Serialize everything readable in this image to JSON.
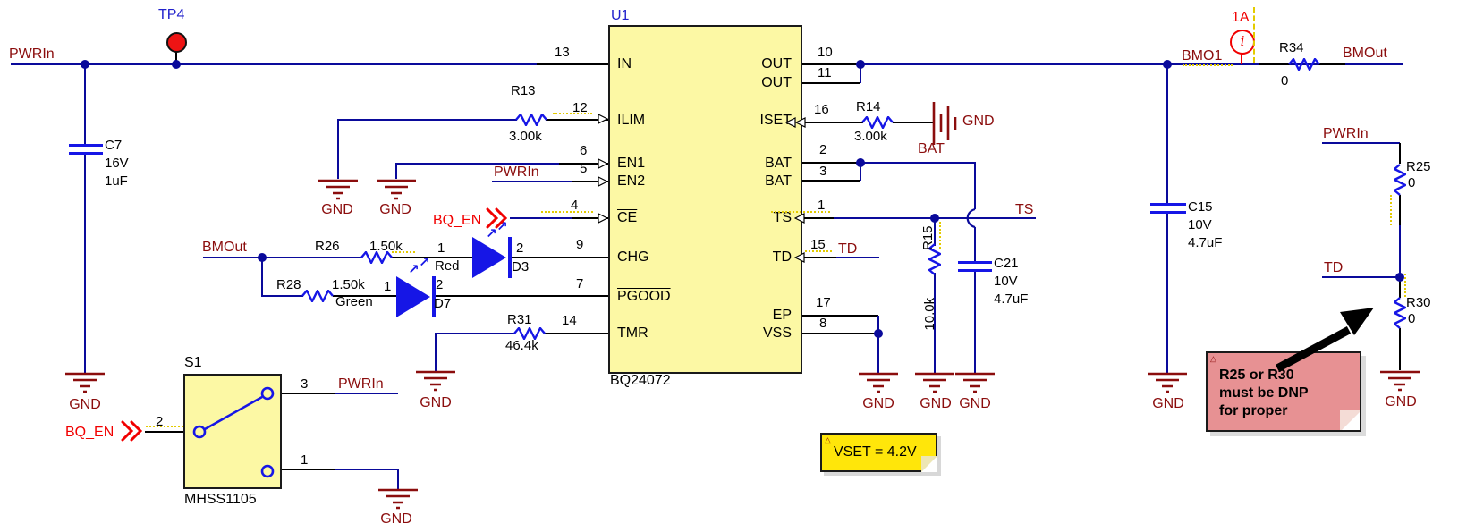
{
  "ic": {
    "refdes": "U1",
    "part_number": "BQ24072",
    "left_pins": [
      {
        "num": "13",
        "name": "IN"
      },
      {
        "num": "12",
        "name": "ILIM"
      },
      {
        "num": "6",
        "name": "EN1"
      },
      {
        "num": "5",
        "name": "EN2"
      },
      {
        "num": "4",
        "name": "CE"
      },
      {
        "num": "9",
        "name": "CHG"
      },
      {
        "num": "7",
        "name": "PGOOD"
      },
      {
        "num": "14",
        "name": "TMR"
      }
    ],
    "right_pins": [
      {
        "num": "10",
        "name": "OUT"
      },
      {
        "num": "11",
        "name": "OUT"
      },
      {
        "num": "16",
        "name": "ISET"
      },
      {
        "num": "2",
        "name": "BAT"
      },
      {
        "num": "3",
        "name": "BAT"
      },
      {
        "num": "1",
        "name": "TS"
      },
      {
        "num": "15",
        "name": "TD"
      },
      {
        "num": "17",
        "name": "EP"
      },
      {
        "num": "8",
        "name": "VSS"
      }
    ]
  },
  "nets": {
    "pwrin": "PWRIn",
    "gnd": "GND",
    "bmout": "BMOut",
    "bmo1": "BMO1",
    "bat": "BAT",
    "ts": "TS",
    "td": "TD",
    "bq_en": "BQ_EN"
  },
  "test_point": {
    "refdes": "TP4"
  },
  "current_probe": {
    "label": "1A",
    "glyph": "i"
  },
  "switch": {
    "refdes": "S1",
    "part_number": "MHSS1105",
    "pin1": "1",
    "pin2": "2",
    "pin3": "3"
  },
  "components": {
    "c7": {
      "refdes": "C7",
      "voltage": "16V",
      "value": "1uF"
    },
    "c15": {
      "refdes": "C15",
      "voltage": "10V",
      "value": "4.7uF"
    },
    "c21": {
      "refdes": "C21",
      "voltage": "10V",
      "value": "4.7uF"
    },
    "r13": {
      "refdes": "R13",
      "value": "3.00k"
    },
    "r14": {
      "refdes": "R14",
      "value": "3.00k"
    },
    "r15": {
      "refdes": "R15",
      "value": "10.0k"
    },
    "r25": {
      "refdes": "R25",
      "value": "0"
    },
    "r26": {
      "refdes": "R26",
      "value": "1.50k"
    },
    "r28": {
      "refdes": "R28",
      "value": "1.50k"
    },
    "r30": {
      "refdes": "R30",
      "value": "0"
    },
    "r31": {
      "refdes": "R31",
      "value": "46.4k"
    },
    "r34": {
      "refdes": "R34",
      "value": "0"
    }
  },
  "leds": {
    "d3": {
      "refdes": "D3",
      "color": "Red",
      "pin1": "1",
      "pin2": "2"
    },
    "d7": {
      "refdes": "D7",
      "color": "Green",
      "pin1": "1",
      "pin2": "2"
    }
  },
  "notes": {
    "vset": {
      "text": "VSET = 4.2V"
    },
    "dnp": {
      "line1": "R25 or R30",
      "line2": "must be DNP",
      "line3": "for proper"
    }
  }
}
